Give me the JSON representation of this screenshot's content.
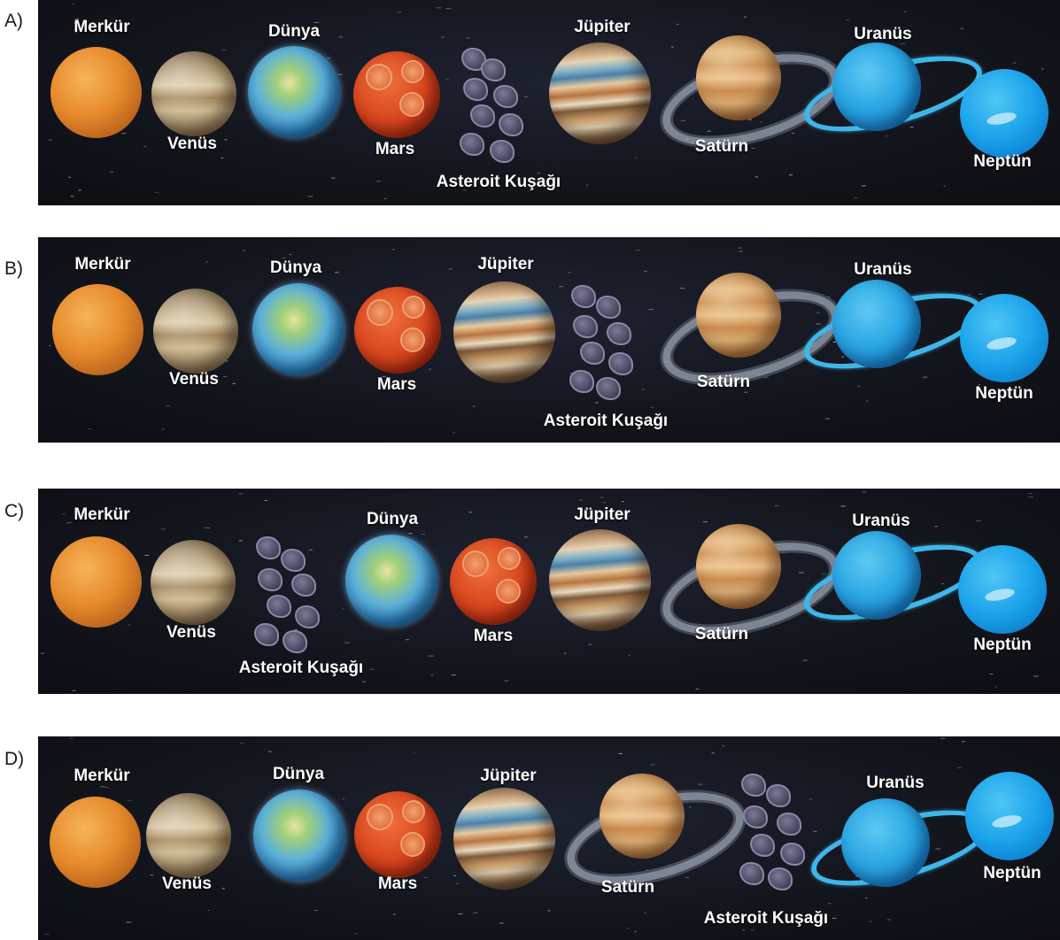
{
  "options": [
    {
      "letter": "A)",
      "labels": {
        "merkur": "Merkür",
        "venus": "Venüs",
        "dunya": "Dünya",
        "mars": "Mars",
        "asteroid": "Asteroit Kuşağı",
        "jupiter": "Jüpiter",
        "saturn": "Satürn",
        "uranus": "Uranüs",
        "neptun": "Neptün"
      }
    },
    {
      "letter": "B)",
      "labels": {
        "merkur": "Merkür",
        "venus": "Venüs",
        "dunya": "Dünya",
        "mars": "Mars",
        "asteroid": "Asteroit Kuşağı",
        "jupiter": "Jüpiter",
        "saturn": "Satürn",
        "uranus": "Uranüs",
        "neptun": "Neptün"
      }
    },
    {
      "letter": "C)",
      "labels": {
        "merkur": "Merkür",
        "venus": "Venüs",
        "dunya": "Dünya",
        "mars": "Mars",
        "asteroid": "Asteroit Kuşağı",
        "jupiter": "Jüpiter",
        "saturn": "Satürn",
        "uranus": "Uranüs",
        "neptun": "Neptün"
      }
    },
    {
      "letter": "D)",
      "labels": {
        "merkur": "Merkür",
        "venus": "Venüs",
        "dunya": "Dünya",
        "mars": "Mars",
        "asteroid": "Asteroit Kuşağı",
        "jupiter": "Jüpiter",
        "saturn": "Satürn",
        "uranus": "Uranüs",
        "neptun": "Neptün"
      }
    }
  ]
}
